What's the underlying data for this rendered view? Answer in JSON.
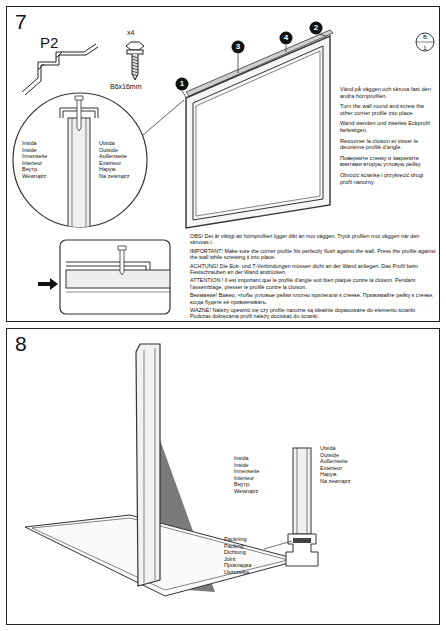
{
  "diagram": {
    "nodes": [
      {
        "text": [
          "7"
        ]
      },
      {
        "text": [
          "8"
        ]
      }
    ],
    "labels": [
      "P2",
      "x4",
      "B6x16mm",
      "1",
      "2",
      "3",
      "4",
      "B",
      "1",
      "Insida",
      "Inside",
      "Innenseite",
      "Intérieur",
      "Внутр.",
      "Wewnątrz",
      "Utsida",
      "Outside",
      "Außenseite",
      "Extérieur",
      "Наруж.",
      "Na zewnątrz",
      "Vänd på väggen och skruva fast den andra hörnprofilen.",
      "Turn the wall round and screw the other corner profile into place.",
      "Wand wenden und zweites Eckprofil befestigen.",
      "Retourner la cloison et visser le deuxième profilé d'angle.",
      "Поверните стенку и закрепите винтами вторую угловую рейку.",
      "Obrócić ściankę i przykręcić drugi profil narożny.",
      "OBS! Det är viktigt att hörnprofilen ligger dikt an mot väggen. Tryck profilen mot väggen när den skruvas i.",
      "IMPORTANT! Make sure the corner profile fits perfectly flush against the wall. Press the profile against the wall while screwing it into place.",
      "ACHTUNG! Die Eck- und T-Verbindungen müssen dicht an der Wand anliegen. Das Profil beim Festschrauben an der Wand andrücken.",
      "ATTENTION ! Il est important que le profilé d'angle soit bien plaqué contre la cloison. Pendant l'assemblage, presser le profilé contre la cloison.",
      "Внимание! Важно, чтобы угловые рейки плотно прилегали к стенке. Прижимайте рейку к стенке, когда будете её привинчивать.",
      "WAŻNE! Należy upewnić się czy profile narożne są idealnie dopasowane do elementu ścianki. Podczas dokręcania profil należy dociskać do ścianki.",
      "Insida",
      "Inside",
      "Innenseite",
      "Intérieur",
      "Внутр.",
      "Wewnątrz",
      "Utsida",
      "Outside",
      "Außenseite",
      "Extérieur",
      "Наруж.",
      "Na zewnątrz",
      "Packning",
      "Packing",
      "Dichtung",
      "Joint",
      "Прокладка",
      "Uszczelka"
    ]
  }
}
